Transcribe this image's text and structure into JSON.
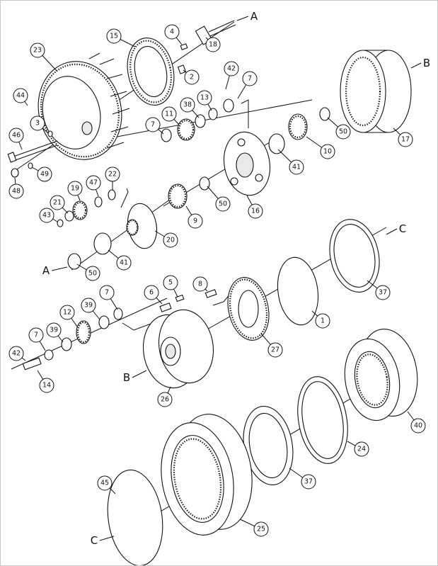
{
  "figure": {
    "letters": [
      "A",
      "B",
      "C"
    ]
  },
  "callouts": {
    "n1": "1",
    "n2": "2",
    "n3": "3",
    "n4": "4",
    "n5": "5",
    "n6": "6",
    "n7": "7",
    "n8": "8",
    "n9": "9",
    "n10": "10",
    "n11": "11",
    "n12": "12",
    "n13": "13",
    "n14": "14",
    "n15": "15",
    "n16": "16",
    "n17": "17",
    "n18": "18",
    "n19": "19",
    "n20": "20",
    "n21": "21",
    "n22": "22",
    "n23": "23",
    "n24": "24",
    "n25": "25",
    "n26": "26",
    "n27": "27",
    "n37": "37",
    "n38": "38",
    "n39": "39",
    "n40": "40",
    "n41": "41",
    "n42": "42",
    "n43": "43",
    "n44": "44",
    "n45": "45",
    "n46": "46",
    "n47": "47",
    "n48": "48",
    "n49": "49",
    "n50": "50"
  }
}
